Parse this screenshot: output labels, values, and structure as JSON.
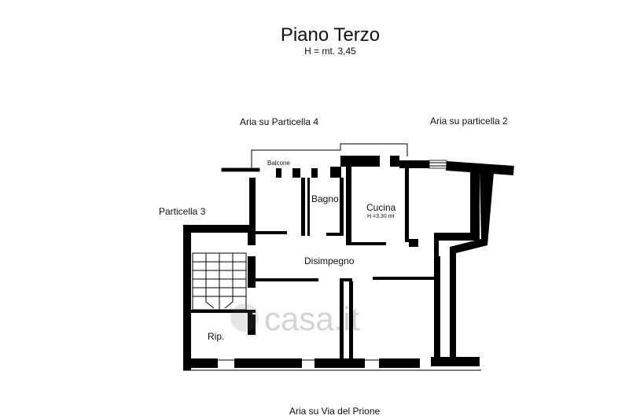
{
  "title": "Piano Terzo",
  "subtitle": "H = mt. 3,45",
  "labels": {
    "north_left": "Aria su Particella 4",
    "north_right": "Aria su particella 2",
    "west": "Particella 3",
    "south": "Aria su Via del Prione",
    "balcony": "Balcone",
    "bathroom": "Bagno",
    "kitchen": "Cucina",
    "kitchen_height": "H =3.30 mt",
    "hallway": "Disimpegno",
    "storage": "Rip."
  },
  "watermark": "casa.it"
}
